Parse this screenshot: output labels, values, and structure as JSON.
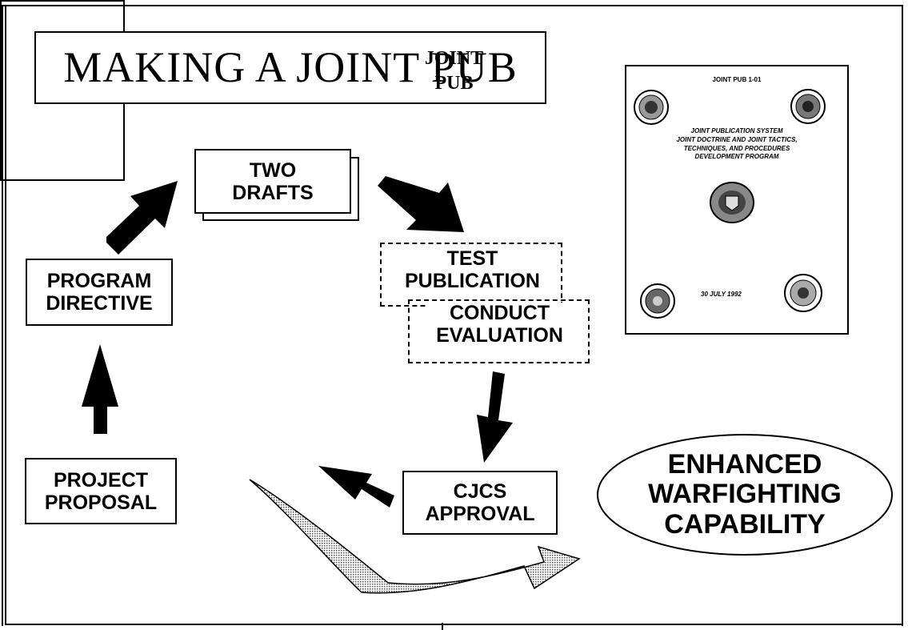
{
  "title": "MAKING A JOINT PUB",
  "steps": {
    "two_drafts": [
      "TWO",
      "DRAFTS"
    ],
    "program_directive": [
      "PROGRAM",
      "DIRECTIVE"
    ],
    "project_proposal": [
      "PROJECT",
      "PROPOSAL"
    ],
    "test_publication": [
      "TEST",
      "PUBLICATION"
    ],
    "conduct_evaluation": [
      "CONDUCT",
      "EVALUATION"
    ],
    "cjcs_approval": [
      "CJCS",
      "APPROVAL"
    ],
    "joint_pub": [
      "JOINT",
      "PUB"
    ],
    "enhanced": [
      "ENHANCED",
      "WARFIGHTING",
      "CAPABILITY"
    ]
  },
  "cover": {
    "id": "JOINT PUB 1-01",
    "title_lines": [
      "JOINT PUBLICATION SYSTEM",
      "JOINT DOCTRINE AND JOINT TACTICS,",
      "TECHNIQUES, AND PROCEDURES",
      "DEVELOPMENT PROGRAM"
    ],
    "date": "30 JULY 1992"
  },
  "colors": {
    "ink": "#000000",
    "paper": "#ffffff",
    "stipple": "#555555"
  }
}
